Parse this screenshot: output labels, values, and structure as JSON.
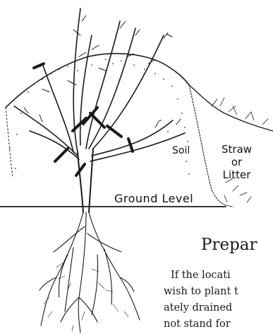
{
  "labels": {
    "soil": "Soil",
    "straw_line1": "Straw",
    "straw_line2": "or",
    "straw_line3": "Litter",
    "ground_level": "Ground Level"
  },
  "article": {
    "heading": "Prepar",
    "lines": [
      "If the locati",
      "wish to plant t",
      "ately drained",
      "not stand for"
    ]
  },
  "colors": {
    "ink": "#1a1a1a",
    "paper": "#ffffff"
  }
}
